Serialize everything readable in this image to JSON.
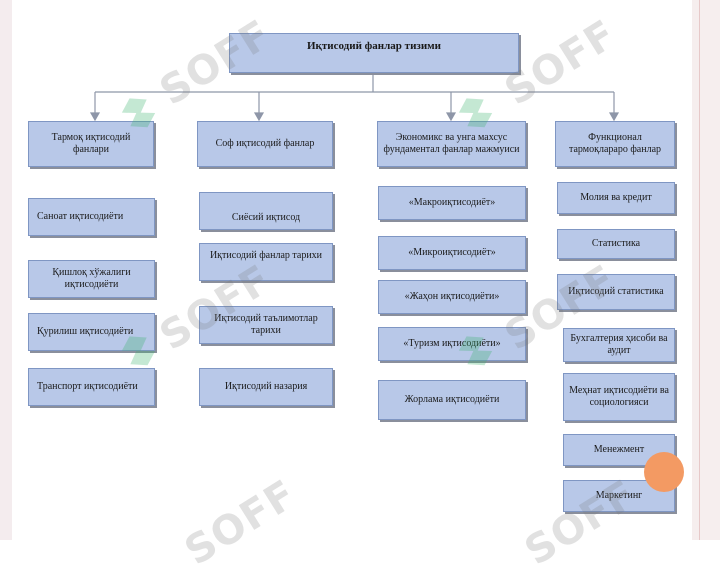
{
  "root": {
    "label": "Иқтисодий фанлар тизими"
  },
  "columns": [
    {
      "header": "Тармоқ иқтисодий фанлари",
      "items": [
        "Саноат иқтисодиёти",
        "Қишлоқ хўжалиги иқтисодиёти",
        "Қурилиш иқтисодиёти",
        "Транспорт иқтисодиёти"
      ]
    },
    {
      "header": "Соф иқтисодий фанлар",
      "items": [
        "Сиёсий иқтисод",
        "Иқтисодий фанлар тарихи",
        "Иқтисодий таълимотлар тарихи",
        "Иқтисодий назария"
      ]
    },
    {
      "header": "Экономикс ва унга махсус фундаментал фанлар мажмуиси",
      "items": [
        "«Макроиқтисодиёт»",
        "«Микроиқтисодиёт»",
        "«Жаҳон иқтисодиёти»",
        "«Туризм иқтисодиёти»",
        "Жорлама иқтисодиёти"
      ]
    },
    {
      "header": "Функционал тармоқлараро фанлар",
      "items": [
        "Молия ва кредит",
        "Статистика",
        "Иқтисодий статистика",
        "Бухгалтерия ҳисоби ва аудит",
        "Меҳнат иқтисодиёти ва социологияси",
        "Менежмент",
        "Маркетинг"
      ]
    }
  ],
  "watermark": {
    "text": "SOFF"
  },
  "colors": {
    "box_fill": "#b8c8e8",
    "box_border": "#7f96c3",
    "accent_dot": "#f39a63",
    "connector": "#8e96a8"
  }
}
